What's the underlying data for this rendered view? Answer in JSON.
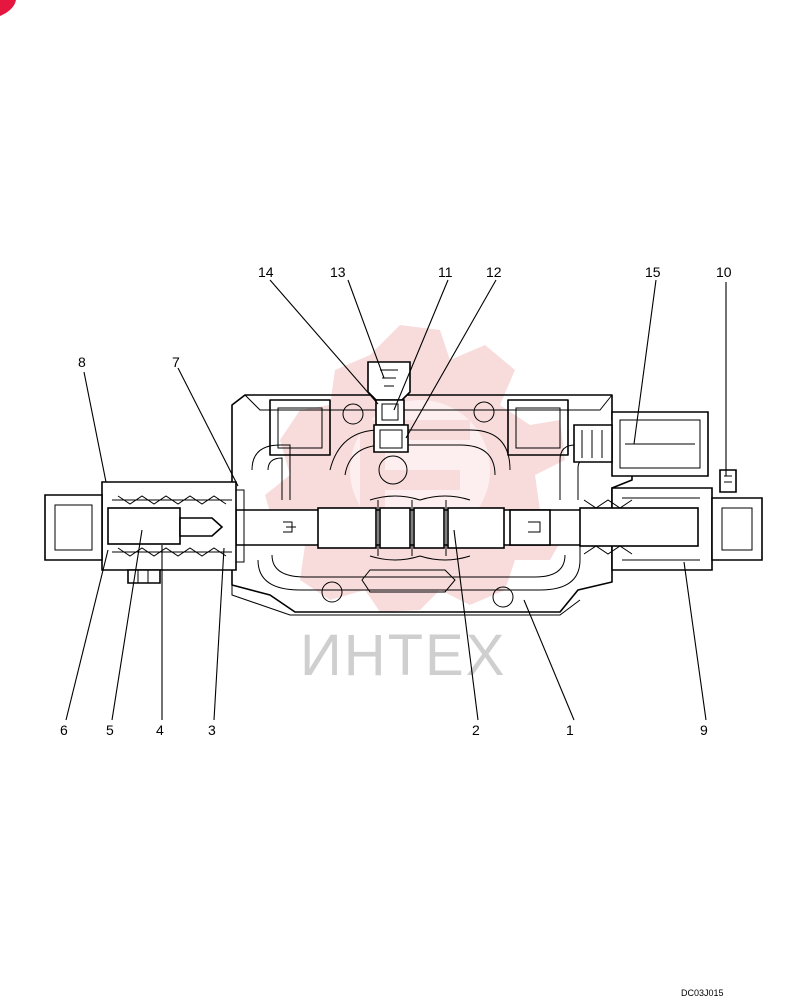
{
  "diagram": {
    "callouts": [
      {
        "num": "1"
      },
      {
        "num": "2"
      },
      {
        "num": "3"
      },
      {
        "num": "4"
      },
      {
        "num": "5"
      },
      {
        "num": "6"
      },
      {
        "num": "7"
      },
      {
        "num": "8"
      },
      {
        "num": "9"
      },
      {
        "num": "10"
      },
      {
        "num": "11"
      },
      {
        "num": "12"
      },
      {
        "num": "13"
      },
      {
        "num": "14"
      },
      {
        "num": "15"
      }
    ],
    "drawing_code": "DC03J015",
    "watermark_text": "ИНТЕХ",
    "colors": {
      "line": "#000000",
      "watermark_gear": "#f3c0c0",
      "watermark_text": "#cfcfcf",
      "corner_badge": "#e5173f"
    }
  }
}
